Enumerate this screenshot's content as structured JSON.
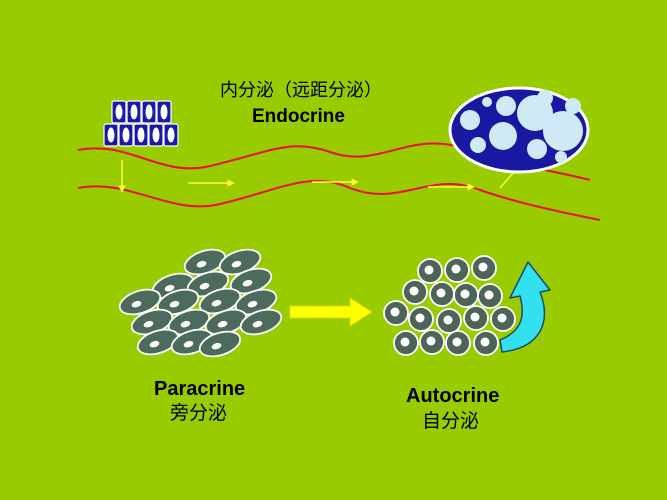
{
  "endocrine": {
    "title_cn": "内分泌（远距分泌）",
    "title_en": "Endocrine"
  },
  "paracrine": {
    "title_en": "Paracrine",
    "title_cn": "旁分泌"
  },
  "autocrine": {
    "title_en": "Autocrine",
    "title_cn": "自分泌"
  },
  "colors": {
    "background": "#99cc00",
    "vessel": "#e8101a",
    "signal_arrow": "#ffff33",
    "secretory_cell": "#1a1aa6",
    "target_organ": "#1818a0",
    "target_vesicle": "#cdeaf5",
    "paracrine_cell": "#4d6b5c",
    "autocrine_cell": "#4d6458",
    "cycle_arrow": "#33e0f0",
    "transfer_arrow": "#ffff00"
  }
}
